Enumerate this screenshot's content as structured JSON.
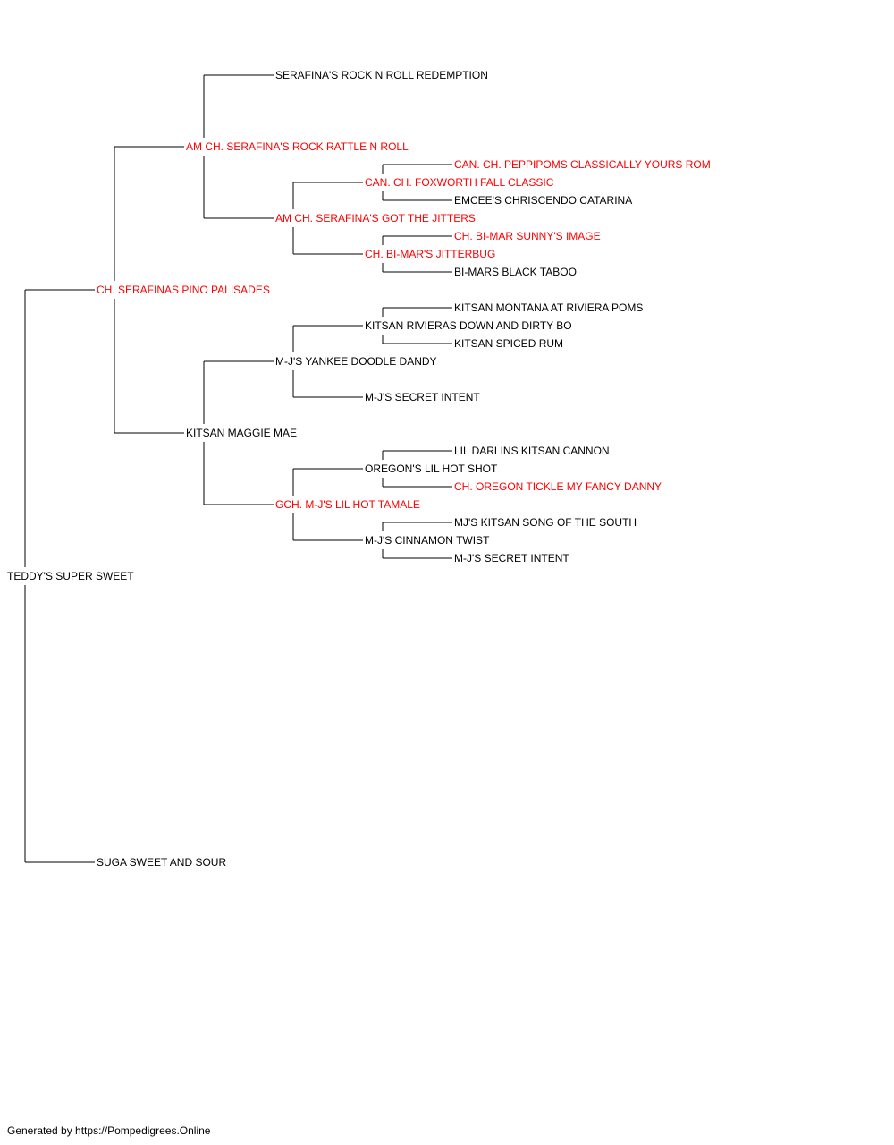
{
  "colors": {
    "champion": "#ff0000",
    "normal": "#000000",
    "line": "#000000"
  },
  "pedigree": {
    "name": "TEDDY'S SUPER SWEET",
    "titled": false,
    "sire": {
      "name": "CH. SERAFINAS PINO PALISADES",
      "titled": true,
      "sire": {
        "name": "AM CH. SERAFINA'S ROCK RATTLE N ROLL",
        "titled": true,
        "sire": {
          "name": "SERAFINA'S ROCK N ROLL REDEMPTION",
          "titled": false
        },
        "dam": {
          "name": "AM CH. SERAFINA'S GOT THE JITTERS",
          "titled": true,
          "sire": {
            "name": "CAN. CH. FOXWORTH FALL CLASSIC",
            "titled": true,
            "sire": {
              "name": "CAN. CH. PEPPIPOMS CLASSICALLY YOURS ROM",
              "titled": true
            },
            "dam": {
              "name": "EMCEE'S CHRISCENDO CATARINA",
              "titled": false
            }
          },
          "dam": {
            "name": "CH. BI-MAR'S JITTERBUG",
            "titled": true,
            "sire": {
              "name": "CH. BI-MAR SUNNY'S IMAGE",
              "titled": true
            },
            "dam": {
              "name": "BI-MARS BLACK TABOO",
              "titled": false
            }
          }
        }
      },
      "dam": {
        "name": "KITSAN MAGGIE MAE",
        "titled": false,
        "sire": {
          "name": "M-J'S YANKEE DOODLE DANDY",
          "titled": false,
          "sire": {
            "name": "KITSAN RIVIERAS DOWN AND DIRTY BO",
            "titled": false,
            "sire": {
              "name": "KITSAN MONTANA AT RIVIERA POMS",
              "titled": false
            },
            "dam": {
              "name": "KITSAN SPICED RUM",
              "titled": false
            }
          },
          "dam": {
            "name": "M-J'S SECRET INTENT",
            "titled": false
          }
        },
        "dam": {
          "name": "GCH. M-J'S LIL HOT TAMALE",
          "titled": true,
          "sire": {
            "name": "OREGON'S LIL HOT SHOT",
            "titled": false,
            "sire": {
              "name": "LIL DARLINS KITSAN CANNON",
              "titled": false
            },
            "dam": {
              "name": "CH. OREGON TICKLE MY FANCY DANNY",
              "titled": true
            }
          },
          "dam": {
            "name": "M-J'S CINNAMON TWIST",
            "titled": false,
            "sire": {
              "name": "MJ'S KITSAN SONG OF THE SOUTH",
              "titled": false
            },
            "dam": {
              "name": "M-J'S SECRET INTENT",
              "titled": false
            }
          }
        }
      }
    },
    "dam": {
      "name": "SUGA SWEET AND SOUR",
      "titled": false
    }
  },
  "footer": "Generated by https://Pompedigrees.Online"
}
